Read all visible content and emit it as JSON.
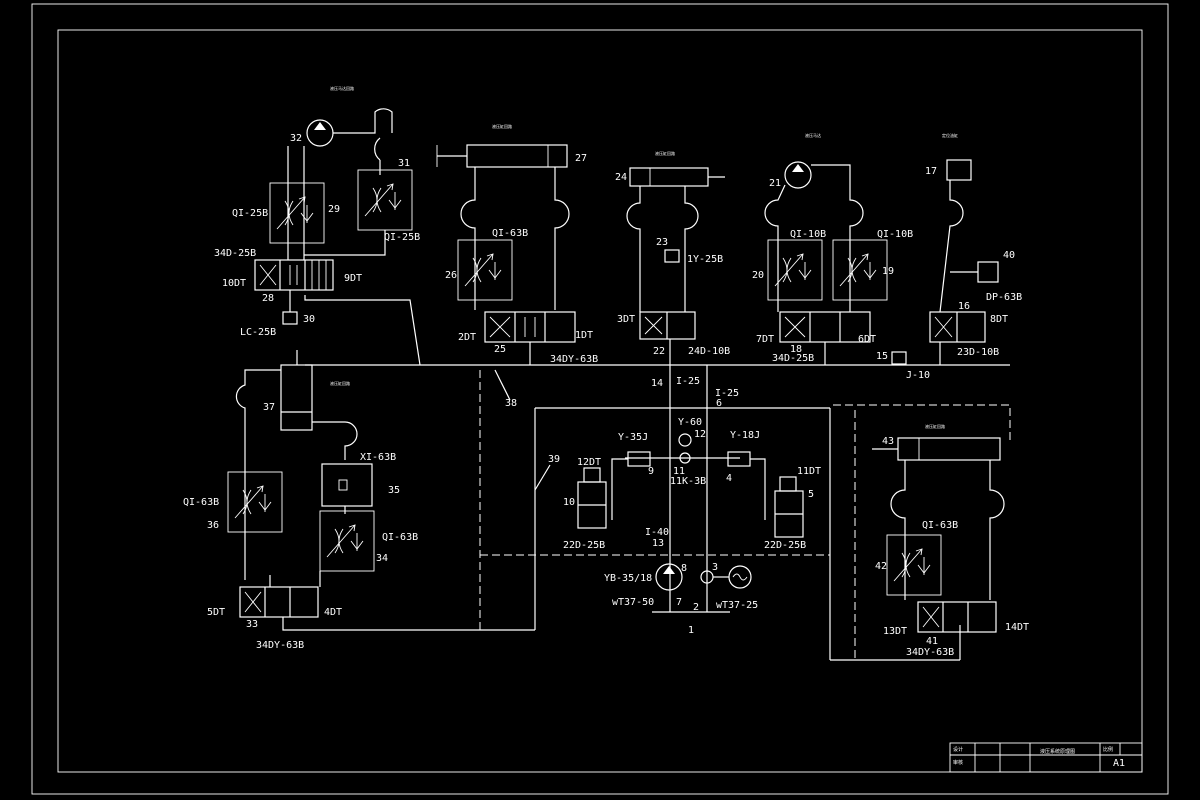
{
  "title_block": {
    "row1_left": "设计",
    "row2_left": "审核",
    "drawing_name": "液压系统原理图",
    "ratio_label": "比例",
    "sheet_size": "A1"
  },
  "cylinder_titles": {
    "c32": "液压马达回路",
    "c27": "液压缸回路",
    "c24": "液压缸回路",
    "c21": "液压马达",
    "c17": "定位油缸",
    "c37": "液压缸回路",
    "c43": "液压缸回路"
  },
  "labels": {
    "n32": "32",
    "n31": "31",
    "n29": "29",
    "qi25b_a": "QI-25B",
    "qi25b_b": "QI-25B",
    "v34d25b_a": "34D-25B",
    "dt10": "10DT",
    "dt9": "9DT",
    "n28": "28",
    "n30": "30",
    "lc25b": "LC-25B",
    "n27": "27",
    "qi63b_a": "QI-63B",
    "n26": "26",
    "dt2": "2DT",
    "n25": "25",
    "dt1": "1DT",
    "v34dy63b_a": "34DY-63B",
    "n24": "24",
    "n23": "23",
    "y1_25b": "1Y-25B",
    "dt3": "3DT",
    "n22": "22",
    "v24d10b": "24D-10B",
    "n21": "21",
    "qi10b_a": "QI-10B",
    "qi10b_b": "QI-10B",
    "n20": "20",
    "n19": "19",
    "dt7": "7DT",
    "n18": "18",
    "dt6": "6DT",
    "v34d25b_b": "34D-25B",
    "n17": "17",
    "n40": "40",
    "dp63b": "DP-63B",
    "n16": "16",
    "dt8": "8DT",
    "v23d10b": "23D-10B",
    "n15": "15",
    "j10": "J-10",
    "n14": "14",
    "i25_a": "I-25",
    "i25_b": "I-25",
    "n6": "6",
    "n38": "38",
    "y60": "Y-60",
    "n12": "12",
    "y35j": "Y-35J",
    "y18j": "Y-18J",
    "n9": "9",
    "n4": "4",
    "n11": "11",
    "k3b": "11K-3B",
    "dt12": "12DT",
    "dt11": "11DT",
    "n10": "10",
    "n5": "5",
    "v22d25b_a": "22D-25B",
    "v22d25b_b": "22D-25B",
    "i40": "I-40",
    "n13": "13",
    "n39": "39",
    "yb35": "YB-35/18",
    "n8": "8",
    "n3": "3",
    "wt37_50": "wT37-50",
    "n7": "7",
    "n2": "2",
    "wt37_25": "wT37-25",
    "n1": "1",
    "n37": "37",
    "xi63b": "XI-63B",
    "n35": "35",
    "qi63b_b": "QI-63B",
    "n36": "36",
    "qi63b_c": "QI-63B",
    "n34": "34",
    "dt5": "5DT",
    "n33": "33",
    "dt4": "4DT",
    "v34dy63b_b": "34DY-63B",
    "n43": "43",
    "qi63b_d": "QI-63B",
    "n42": "42",
    "dt13": "13DT",
    "n41": "41",
    "dt14": "14DT",
    "v34dy63b_c": "34DY-63B"
  }
}
